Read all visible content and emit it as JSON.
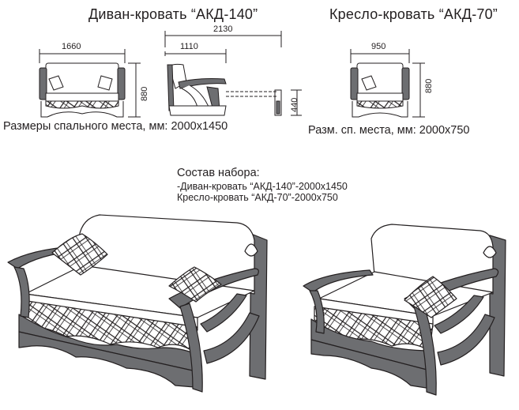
{
  "sofa_title": "Диван-кровать “АКД-140”",
  "chair_title": "Кресло-кровать “АКД-70”",
  "sofa_dims": {
    "width": "1660",
    "height": "880",
    "depth_open": "2130",
    "depth": "1110",
    "seat_height": "440"
  },
  "chair_dims": {
    "width": "950",
    "height": "880"
  },
  "sofa_sleep": "Размеры спального места, мм: 2000x1450",
  "chair_sleep": "Разм. сп.  места, мм: 2000x750",
  "set": {
    "heading": "Состав набора:",
    "items": [
      "-Диван-кровать “АКД-140”-2000x1450",
      "Кресло-кровать “АКД-70”-2000x750"
    ]
  },
  "colors": {
    "line": "#231f20",
    "wood": "#6d6e71",
    "fabric": "#ffffff"
  }
}
